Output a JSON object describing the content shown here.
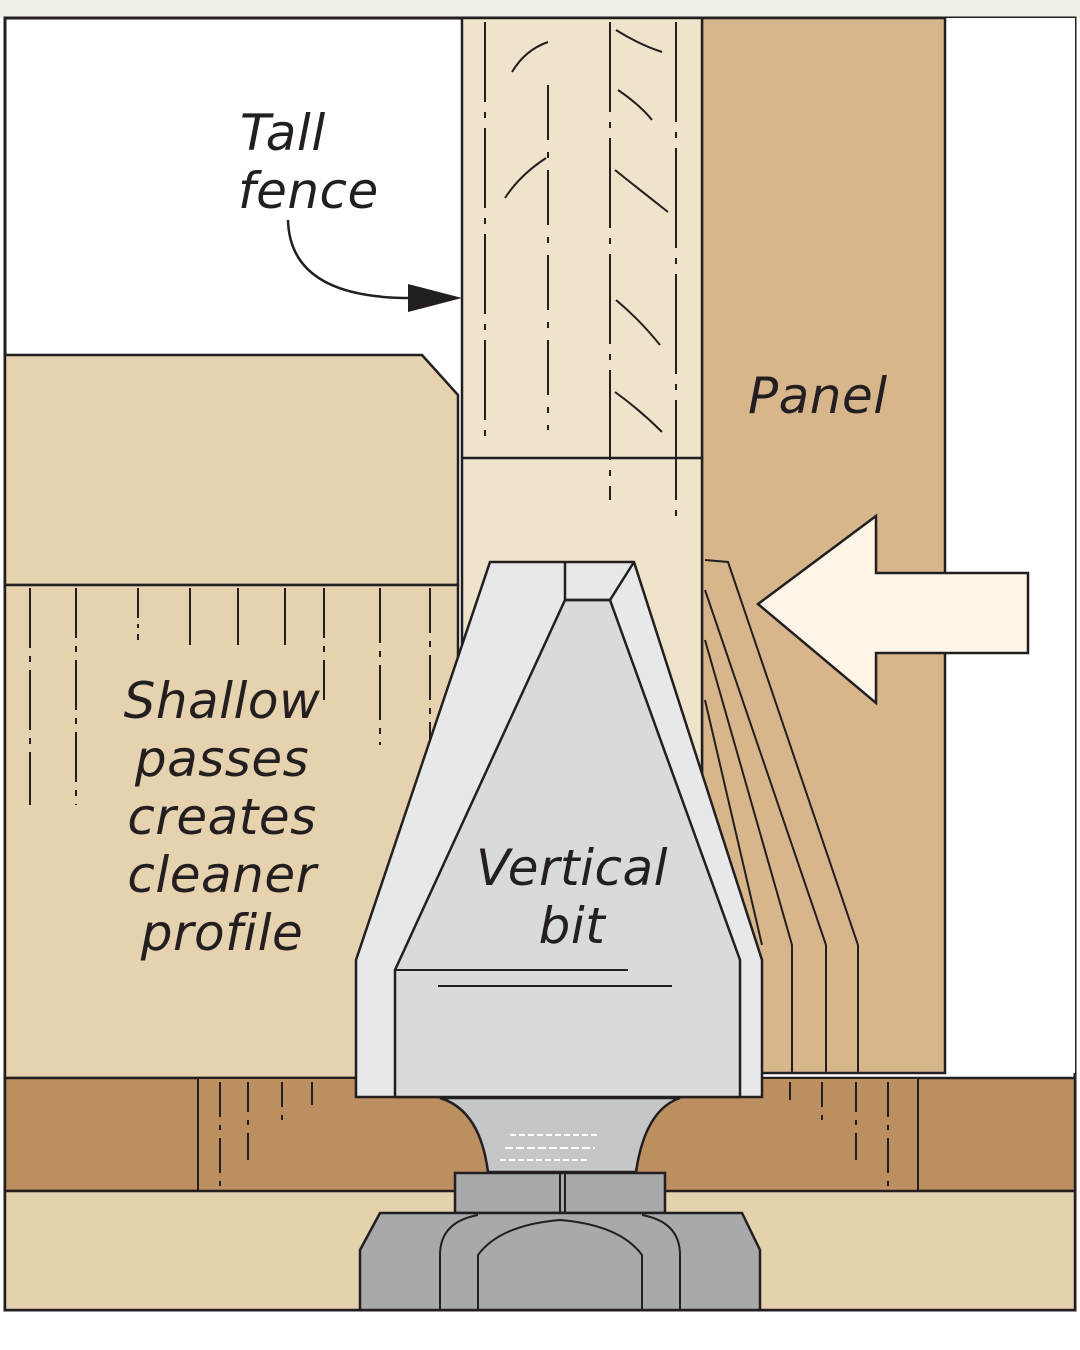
{
  "diagram": {
    "labels": {
      "tall_fence": [
        "Tall",
        "fence"
      ],
      "panel": "Panel",
      "shallow_passes": [
        "Shallow",
        "passes",
        "creates",
        "cleaner",
        "profile"
      ],
      "vertical_bit": [
        "Vertical",
        "bit"
      ]
    },
    "colors": {
      "frame_bg": "#f2efe6",
      "fence_wood": "#f0e3cb",
      "panel_wood": "#d8b68c",
      "left_board": "#e6d2ae",
      "table_top": "#bc8f61",
      "table_base": "#e4d2ad",
      "bit_outer": "#e7e8ea",
      "bit_inner": "#d9dadc",
      "bit_metal": "#c5c6c8",
      "nut": "#a8a9ab",
      "arrow_fill": "#fdf6e8",
      "outline": "#231f20"
    },
    "icons": {
      "feed_direction": "left-arrow-icon",
      "callout": "curved-arrow-icon"
    }
  }
}
